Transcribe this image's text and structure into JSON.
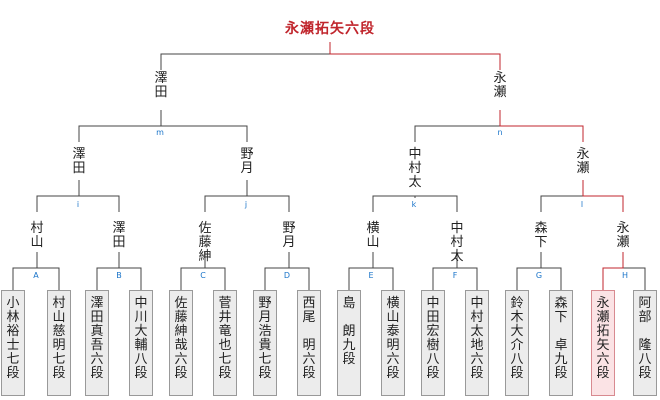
{
  "winner": "永瀬拓矢六段",
  "colors": {
    "line": "#444444",
    "winner_line": "#c0252c",
    "label": "#1a74c9"
  },
  "semifinal": {
    "left": "澤\n田",
    "right": "永\n瀬"
  },
  "quarterfinal": [
    {
      "name": "澤\n田",
      "match": "m"
    },
    {
      "name": "野\n月",
      "match": "m"
    },
    {
      "name": "中\n村\n太",
      "match": "n"
    },
    {
      "name": "永\n瀬",
      "match": "n"
    }
  ],
  "round2": [
    {
      "name": "村\n山",
      "match": "i"
    },
    {
      "name": "澤\n田",
      "match": "i"
    },
    {
      "name": "佐\n藤\n紳",
      "match": "j"
    },
    {
      "name": "野\n月",
      "match": "j"
    },
    {
      "name": "横\n山",
      "match": "k"
    },
    {
      "name": "中\n村\n太",
      "match": "k"
    },
    {
      "name": "森\n下",
      "match": "l"
    },
    {
      "name": "永\n瀬",
      "match": "l"
    }
  ],
  "final_match_labels": [
    "m",
    "n"
  ],
  "round2_match_labels": [
    "i",
    "j",
    "k",
    "l"
  ],
  "round1_match_labels": [
    "A",
    "B",
    "C",
    "D",
    "E",
    "F",
    "G",
    "H"
  ],
  "players": [
    {
      "name": "小\n林\n裕\n士\n七\n段",
      "champion": false
    },
    {
      "name": "村\n山\n慈\n明\n七\n段",
      "champion": false
    },
    {
      "name": "澤\n田\n真\n吾\n六\n段",
      "champion": false
    },
    {
      "name": "中\n川\n大\n輔\n八\n段",
      "champion": false
    },
    {
      "name": "佐\n藤\n紳\n哉\n六\n段",
      "champion": false
    },
    {
      "name": "菅\n井\n竜\n也\n七\n段",
      "champion": false
    },
    {
      "name": "野\n月\n浩\n貴\n七\n段",
      "champion": false
    },
    {
      "name": "西\n尾\n　\n明\n六\n段",
      "champion": false
    },
    {
      "name": "島\n　\n朗\n九\n段",
      "champion": false
    },
    {
      "name": "横\n山\n泰\n明\n六\n段",
      "champion": false
    },
    {
      "name": "中\n田\n宏\n樹\n八\n段",
      "champion": false
    },
    {
      "name": "中\n村\n太\n地\n六\n段",
      "champion": false
    },
    {
      "name": "鈴\n木\n大\n介\n八\n段",
      "champion": false
    },
    {
      "name": "森\n下\n　\n卓\n九\n段",
      "champion": false
    },
    {
      "name": "永\n瀬\n拓\n矢\n六\n段",
      "champion": true
    },
    {
      "name": "阿\n部\n　\n隆\n八\n段",
      "champion": false
    }
  ]
}
